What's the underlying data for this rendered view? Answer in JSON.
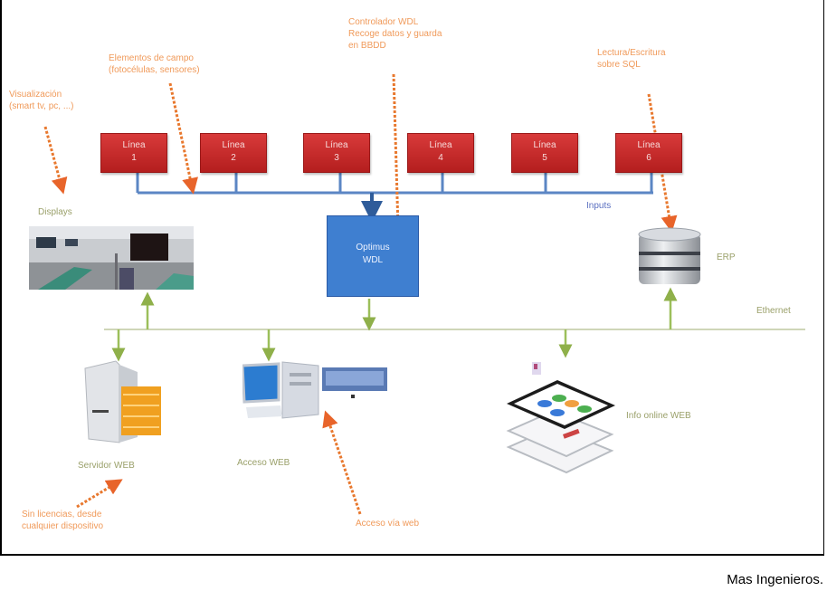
{
  "annotations": {
    "visualizacion": [
      "Visualización",
      "(smart tv, pc, ...)"
    ],
    "elementos": [
      "Elementos de campo",
      "(fotocélulas, sensores)"
    ],
    "controlador": [
      "Controlador WDL",
      "Recoge datos y guarda",
      "en BBDD"
    ],
    "lectura": [
      "Lectura/Escritura",
      "sobre SQL"
    ],
    "sin_licencias": [
      "Sin licencias, desde",
      "cualquier dispositivo"
    ],
    "acceso_via_web": "Acceso vía web"
  },
  "lineas": [
    {
      "title": "Línea",
      "num": "1"
    },
    {
      "title": "Línea",
      "num": "2"
    },
    {
      "title": "Línea",
      "num": "3"
    },
    {
      "title": "Línea",
      "num": "4"
    },
    {
      "title": "Línea",
      "num": "5"
    },
    {
      "title": "Línea",
      "num": "6"
    }
  ],
  "controller": [
    "Optimus",
    "WDL"
  ],
  "labels": {
    "inputs": "Inputs",
    "displays": "Displays",
    "erp": "ERP",
    "ethernet": "Ethernet",
    "servidor_web": "Servidor WEB",
    "acceso_web": "Acceso WEB",
    "info_online": "Info online WEB"
  },
  "colors": {
    "linea_red": "#c62828",
    "controller_blue": "#3f7fd0",
    "bus_blue": "#4f7fc0",
    "ethernet_green": "#9cbf5a",
    "annotation_orange": "#f09a5a"
  },
  "credit": "Mas Ingenieros."
}
